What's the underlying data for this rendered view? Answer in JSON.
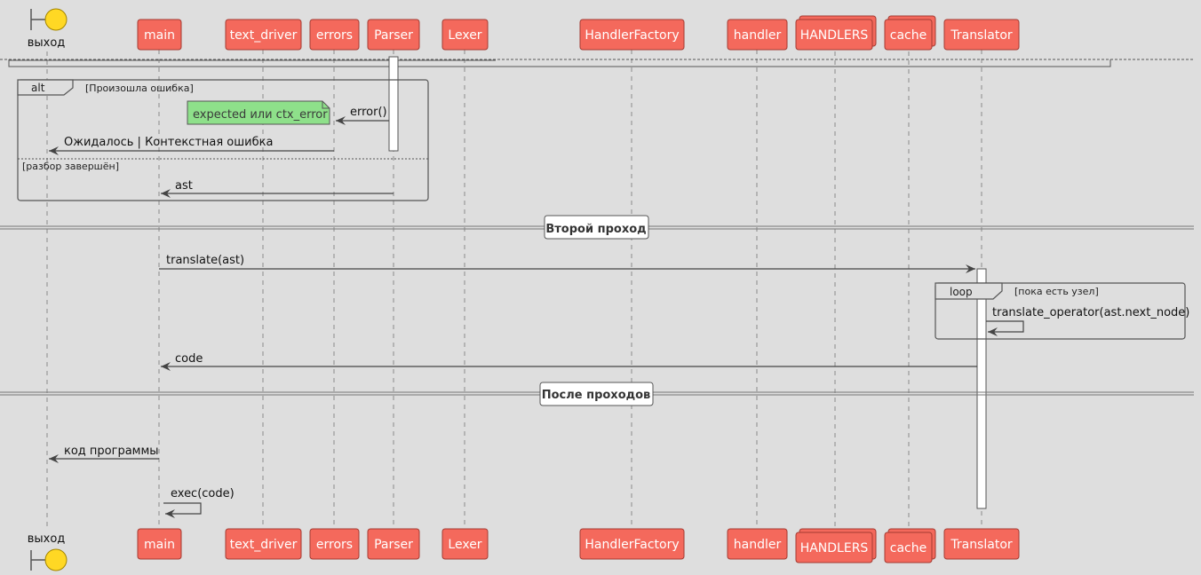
{
  "participants": [
    {
      "id": "vyhod",
      "label": "выход",
      "kind": "boundary"
    },
    {
      "id": "main",
      "label": "main",
      "kind": "box"
    },
    {
      "id": "text_driver",
      "label": "text_driver",
      "kind": "box"
    },
    {
      "id": "errors",
      "label": "errors",
      "kind": "box"
    },
    {
      "id": "parser",
      "label": "Parser",
      "kind": "box"
    },
    {
      "id": "lexer",
      "label": "Lexer",
      "kind": "box"
    },
    {
      "id": "handler_factory",
      "label": "HandlerFactory",
      "kind": "box"
    },
    {
      "id": "handler",
      "label": "handler",
      "kind": "box"
    },
    {
      "id": "handlers",
      "label": "HANDLERS",
      "kind": "collection"
    },
    {
      "id": "cache",
      "label": "cache",
      "kind": "collection"
    },
    {
      "id": "translator",
      "label": "Translator",
      "kind": "box"
    }
  ],
  "fragments": {
    "alt": {
      "keyword": "alt",
      "guard1": "[Произошла ошибка]",
      "guard2": "[разбор завершён]"
    },
    "loop": {
      "keyword": "loop",
      "guard": "[пока есть узел]"
    }
  },
  "note": {
    "text": "expected или ctx_error",
    "color": "#8ee08a"
  },
  "dividers": {
    "second_pass": "Второй проход",
    "after_passes": "После проходов"
  },
  "messages": {
    "error_call": "error()",
    "error_out": "Ожидалось | Контекстная ошибка",
    "ast": "ast",
    "translate": "translate(ast)",
    "translate_operator": "translate_operator(ast.next_node)",
    "code": "code",
    "program_code": "код программы",
    "exec": "exec(code)"
  },
  "colors": {
    "participant_fill": "#f4695c",
    "participant_border": "#a33b32",
    "boundary_fill": "#ffd824",
    "background": "#dedede"
  }
}
